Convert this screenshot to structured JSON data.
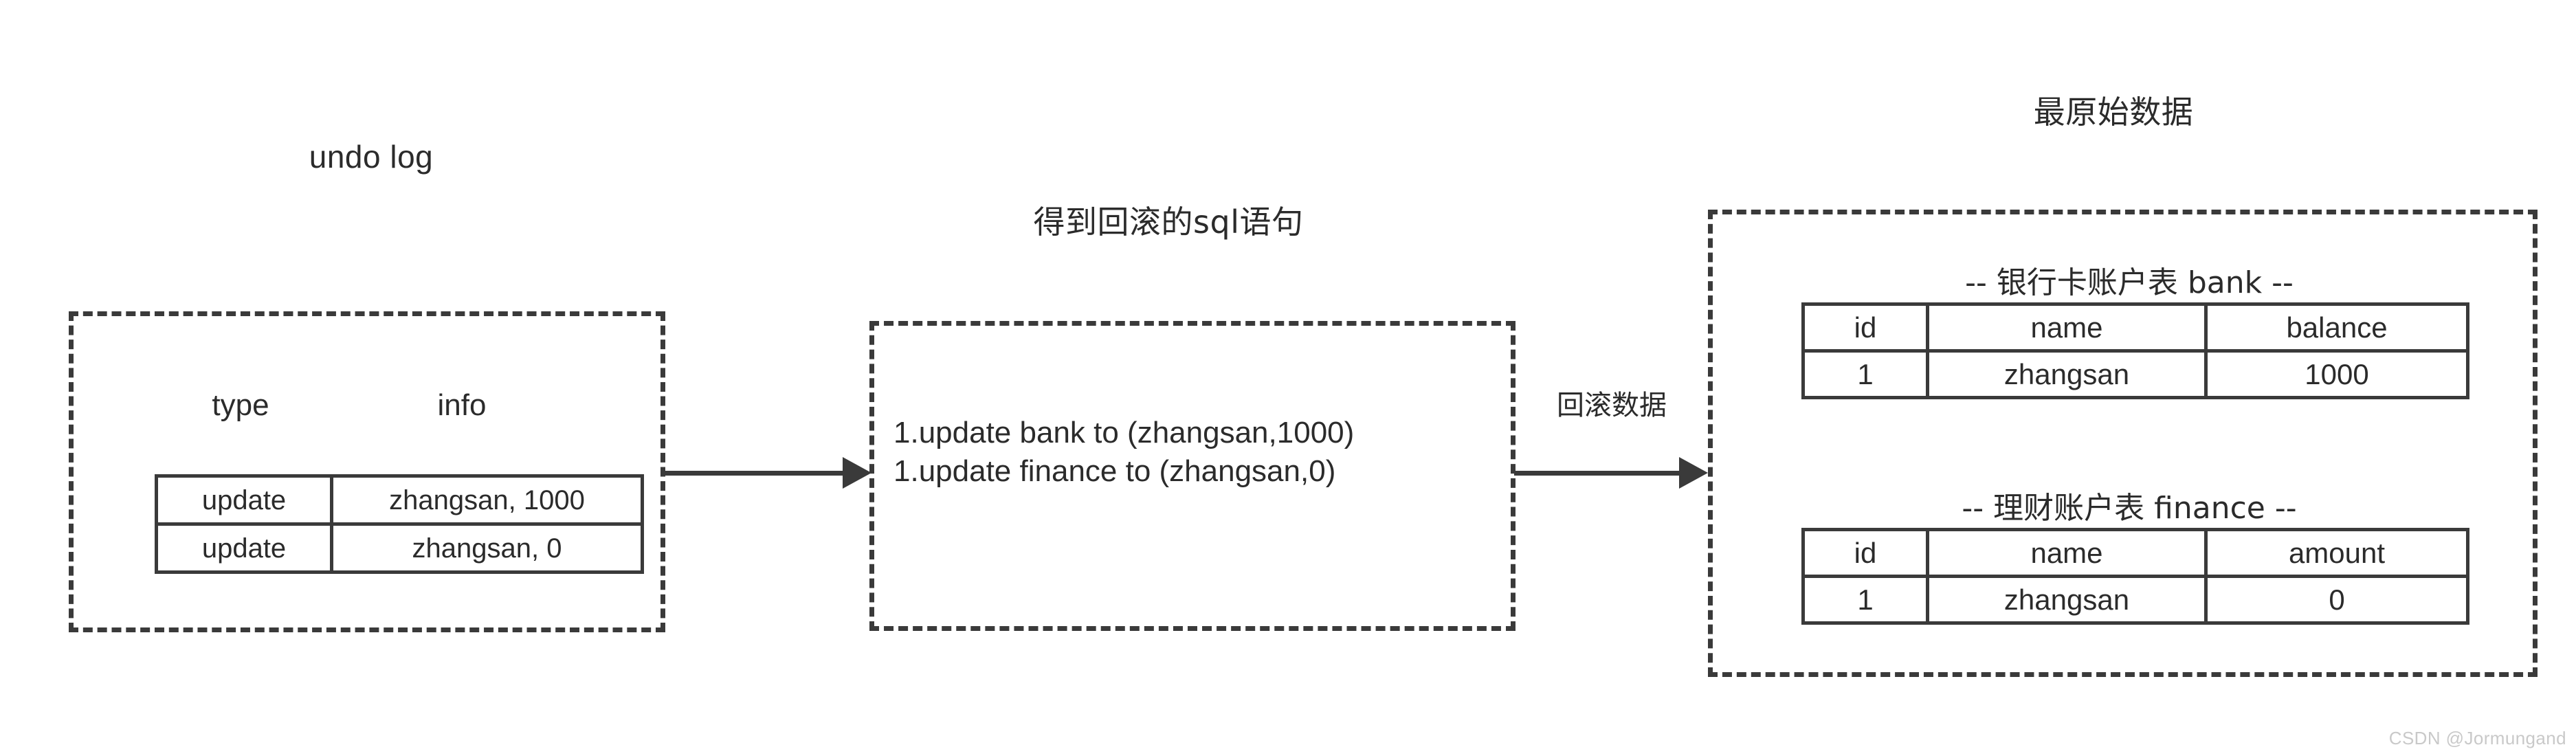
{
  "diagram": {
    "watermark": "CSDN @Jormungand",
    "panels": {
      "undo_log": {
        "title": "undo log",
        "column_headers": [
          "type",
          "info"
        ],
        "rows": [
          [
            "update",
            "zhangsan,  1000"
          ],
          [
            "update",
            "zhangsan,  0"
          ]
        ]
      },
      "rollback_sql": {
        "title": "得到回滚的sql语句",
        "lines": [
          "1.update bank to (zhangsan,1000)",
          "1.update finance to (zhangsan,0)"
        ]
      },
      "original_data": {
        "title": "最原始数据",
        "tables": [
          {
            "caption": "-- 银行卡账户表 bank --",
            "headers": [
              "id",
              "name",
              "balance"
            ],
            "rows": [
              [
                "1",
                "zhangsan",
                "1000"
              ]
            ]
          },
          {
            "caption": "-- 理财账户表 finance --",
            "headers": [
              "id",
              "name",
              "amount"
            ],
            "rows": [
              [
                "1",
                "zhangsan",
                "0"
              ]
            ]
          }
        ]
      }
    },
    "arrows": [
      {
        "label": ""
      },
      {
        "label": "回滚数据"
      }
    ]
  }
}
